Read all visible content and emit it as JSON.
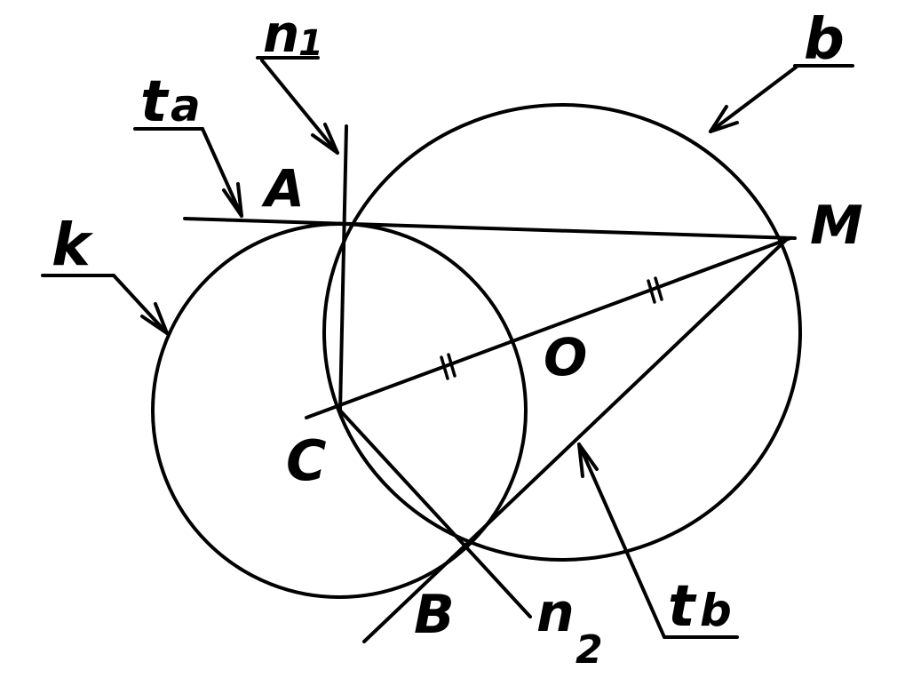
{
  "diagram": {
    "labels": {
      "n1": "n",
      "n1_sub": "1",
      "b": "b",
      "ta": "t",
      "ta_sub": "a",
      "A": "A",
      "M": "M",
      "k": "k",
      "O": "O",
      "C": "C",
      "B": "B",
      "n2": "n",
      "n2_sub": "2",
      "tb": "t",
      "tb_sub": "b"
    },
    "tick_mark": "="
  }
}
